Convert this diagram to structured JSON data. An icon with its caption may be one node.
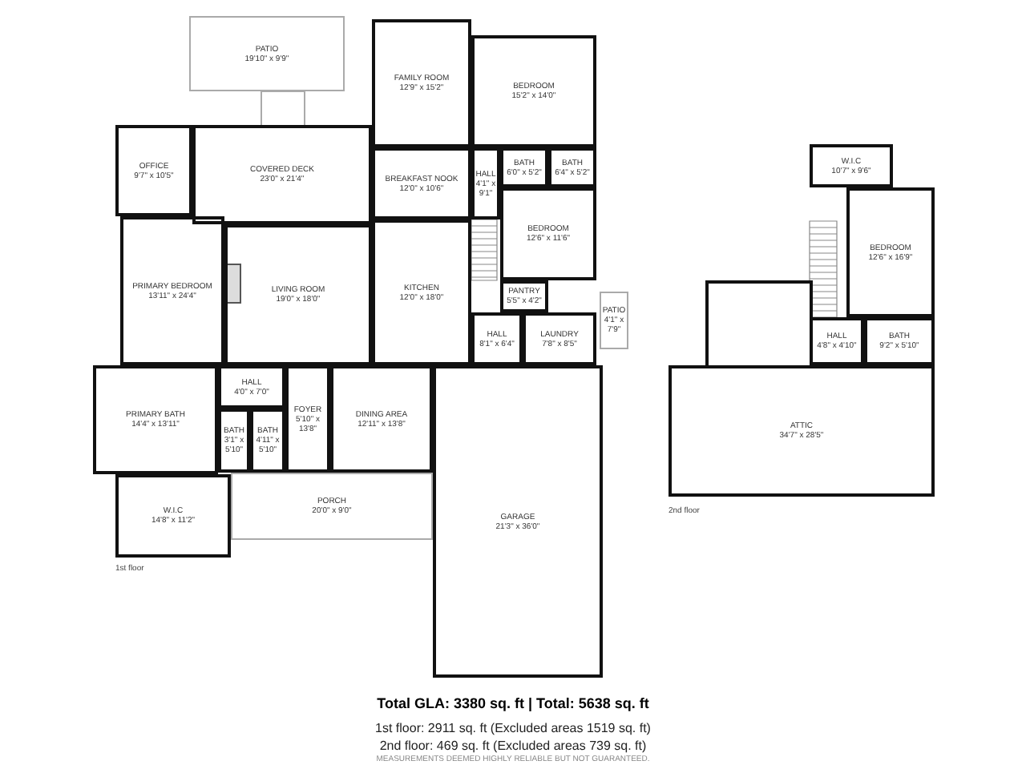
{
  "diagram": {
    "title": "Total GLA: 3380 sq. ft | Total: 5638 sq. ft",
    "nodes": [
      {
        "text": [
          "PATIO",
          "19'10\" x 9'9\""
        ]
      },
      {
        "text": [
          "OFFICE",
          "9'7\" x 10'5\""
        ]
      },
      {
        "text": [
          "COVERED DECK",
          "23'0\" x 21'4\""
        ]
      },
      {
        "text": [
          "FAMILY ROOM",
          "12'9\" x 15'2\""
        ]
      },
      {
        "text": [
          "BEDROOM",
          "15'2\" x 14'0\""
        ]
      },
      {
        "text": [
          "BREAKFAST NOOK",
          "12'0\" x 10'6\""
        ]
      },
      {
        "text": [
          "HALL",
          "4'1\" x 9'1\""
        ]
      },
      {
        "text": [
          "BATH",
          "6'0\" x 5'2\""
        ]
      },
      {
        "text": [
          "BATH",
          "6'4\" x 5'2\""
        ]
      },
      {
        "text": [
          "BEDROOM",
          "12'6\" x 11'6\""
        ]
      },
      {
        "text": [
          "PRIMARY BEDROOM",
          "13'11\" x 24'4\""
        ]
      },
      {
        "text": [
          "LIVING ROOM",
          "19'0\" x 18'0\""
        ]
      },
      {
        "text": [
          "KITCHEN",
          "12'0\" x 18'0\""
        ]
      },
      {
        "text": [
          "PANTRY",
          "5'5\" x 4'2\""
        ]
      },
      {
        "text": [
          "LAUNDRY",
          "7'8\" x 8'5\""
        ]
      },
      {
        "text": [
          "HALL",
          "8'1\" x 6'4\""
        ]
      },
      {
        "text": [
          "PATIO",
          "4'1\" x 7'9\""
        ]
      },
      {
        "text": [
          "HALL",
          "4'0\" x 7'0\""
        ]
      },
      {
        "text": [
          "PRIMARY BATH",
          "14'4\" x 13'11\""
        ]
      },
      {
        "text": [
          "BATH",
          "3'1\" x 5'10\""
        ]
      },
      {
        "text": [
          "BATH",
          "4'11\" x 5'10\""
        ]
      },
      {
        "text": [
          "FOYER",
          "5'10\" x 13'8\""
        ]
      },
      {
        "text": [
          "DINING AREA",
          "12'11\" x 13'8\""
        ]
      },
      {
        "text": [
          "PORCH",
          "20'0\" x 9'0\""
        ]
      },
      {
        "text": [
          "W.I.C",
          "14'8\" x 11'2\""
        ]
      },
      {
        "text": [
          "GARAGE",
          "21'3\" x 36'0\""
        ]
      },
      {
        "text": [
          "W.I.C",
          "10'7\" x 9'6\""
        ]
      },
      {
        "text": [
          "BEDROOM",
          "12'6\" x 16'9\""
        ]
      },
      {
        "text": [
          "HALL",
          "4'8\" x 4'10\""
        ]
      },
      {
        "text": [
          "BATH",
          "9'2\" x 5'10\""
        ]
      },
      {
        "text": [
          "ATTIC",
          "34'7\" x 28'5\""
        ]
      }
    ],
    "labels": [
      "1st floor",
      "2nd floor",
      "1st floor: 2911 sq. ft (Excluded areas 1519 sq. ft)",
      "2nd floor: 469 sq. ft (Excluded areas 739 sq. ft)",
      "MEASUREMENTS DEEMED HIGHLY RELIABLE BUT NOT GUARANTEED."
    ]
  }
}
